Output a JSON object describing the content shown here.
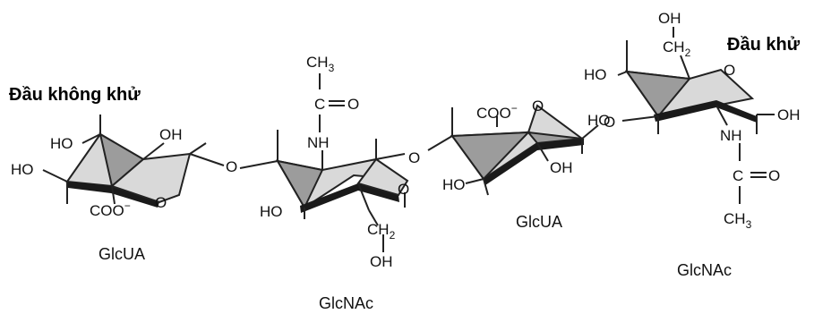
{
  "ends": {
    "non_reducing": "Đầu không khử",
    "reducing": "Đầu khử"
  },
  "residues": {
    "glcua_1": "GlcUA",
    "glcnac_1": "GlcNAc",
    "glcua_2": "GlcUA",
    "glcnac_2": "GlcNAc"
  },
  "atoms": {
    "oh": "OH",
    "ho": "HO",
    "o": "O",
    "nh": "NH",
    "coo": "COO",
    "minus": "−",
    "ch": "CH",
    "ch3_sub": "3",
    "ch2_sub": "2",
    "c": "C",
    "eq_o": "O"
  }
}
